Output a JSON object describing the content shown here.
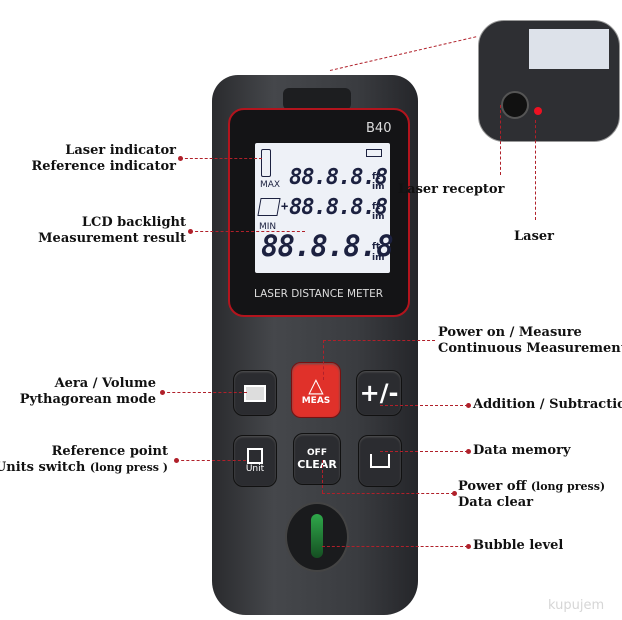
{
  "device": {
    "model": "B40",
    "panel_title": "LASER DISTANCE METER",
    "lcd": {
      "row1": "88.8.8.8",
      "row2": "88.8.8.8",
      "row3": "88.8.8.8",
      "max": "MAX",
      "min": "MIN",
      "plus": "+",
      "units": {
        "ft": "ft",
        "im": "im"
      }
    },
    "buttons": {
      "meas": "MEAS",
      "off": "OFF",
      "clear": "CLEAR",
      "unit": "Unit",
      "plus_minus": "+/-"
    }
  },
  "labels": {
    "laser_indicator": "Laser indicator",
    "reference_indicator": "Reference indicator",
    "lcd_backlight": "LCD backlight",
    "measurement_result": "Measurement result",
    "laser_receptor": "Laser receptor",
    "laser": "Laser",
    "power_on": "Power on / Measure",
    "continuous": "Continuous Measurement",
    "area_volume": "Aera / Volume",
    "pythagorean": "Pythagorean mode",
    "add_sub": "Addition / Subtraction",
    "reference_point": "Reference point",
    "units_switch": "Units switch",
    "units_switch_note": "(long press )",
    "data_memory": "Data memory",
    "power_off": "Power off",
    "power_off_note": "(long press)",
    "data_clear": "Data clear",
    "bubble_level": "Bubble level"
  },
  "watermark": "kupujem",
  "accent": "#b0202a"
}
